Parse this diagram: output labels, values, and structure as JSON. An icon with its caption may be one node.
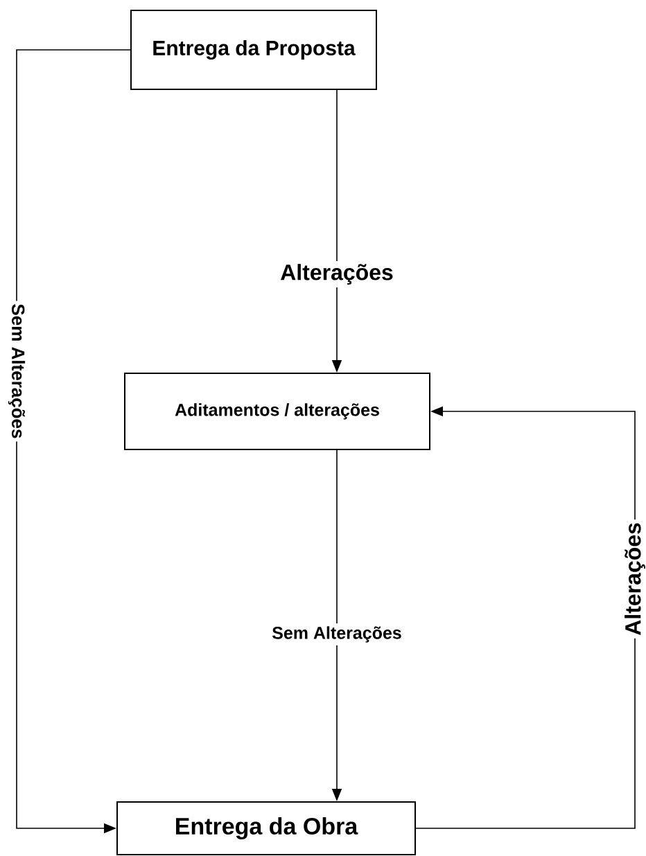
{
  "diagram": {
    "nodes": [
      {
        "text": [
          "Entrega da Proposta"
        ]
      },
      {
        "text": [
          "Aditamentos / alterações"
        ]
      },
      {
        "text": [
          "Entrega da Obra"
        ]
      }
    ],
    "edges": [
      {
        "from": 0,
        "to": 1,
        "arrow": "to",
        "label": "Alterações"
      },
      {
        "from": 1,
        "to": 2,
        "arrow": "to",
        "label": "Sem Alterações"
      },
      {
        "from": 0,
        "to": 2,
        "arrow": "to",
        "label": "Sem Alterações"
      },
      {
        "from": 2,
        "to": 1,
        "arrow": "to",
        "label": "Alterações"
      }
    ]
  }
}
